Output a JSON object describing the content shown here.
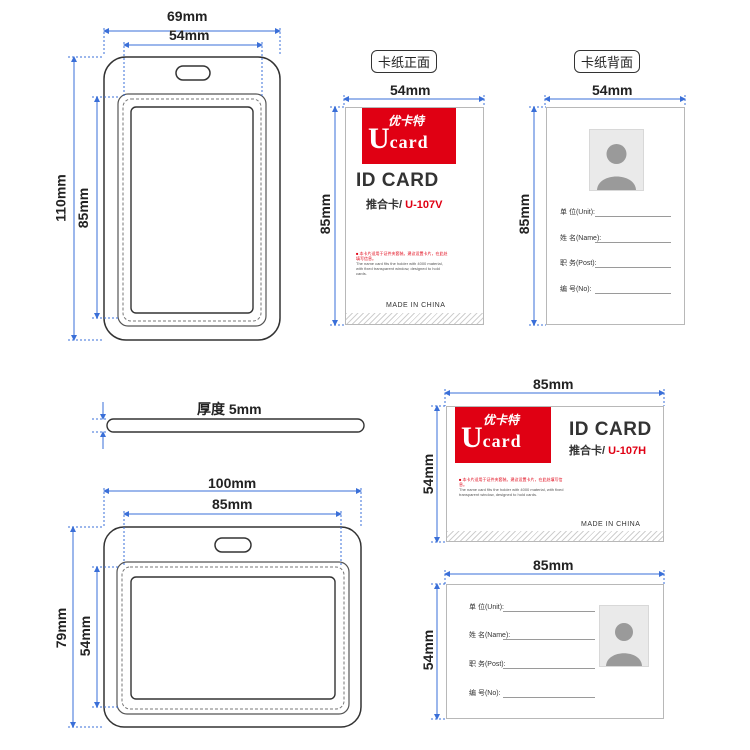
{
  "vertical_holder": {
    "outer_width": "69mm",
    "inner_width": "54mm",
    "outer_height": "110mm",
    "inner_height": "85mm"
  },
  "thickness_label": "厚度 5mm",
  "horizontal_holder": {
    "outer_width": "100mm",
    "inner_width": "85mm",
    "outer_height": "79mm",
    "inner_height": "54mm"
  },
  "front_tag": "卡纸正面",
  "back_tag": "卡纸背面",
  "card_front_v": {
    "width": "54mm",
    "height": "85mm"
  },
  "card_back_v": {
    "width": "54mm",
    "height": "85mm"
  },
  "card_front_h": {
    "width": "85mm",
    "height": "54mm"
  },
  "card_back_h": {
    "width": "85mm",
    "height": "54mm"
  },
  "brand": {
    "logo_big": "U",
    "logo_rest": "card",
    "logo_chinese": "优卡特",
    "id_card": "ID CARD",
    "sub_prefix": "推合卡/ ",
    "model_v": "U-107V",
    "model_h": "U-107H",
    "made_in": "MADE IN CHINA",
    "fine_print_1": "■ 本卡片适用于证件夹套装。建议设置卡片，在此处填写信息。",
    "fine_print_2": "The name card fits the holder with 4000 material, with fixed transparent window, designed to hold cards."
  },
  "back_fields": [
    {
      "label": "单  位(Unit):"
    },
    {
      "label": "姓  名(Name):"
    },
    {
      "label": "职  务(Post):"
    },
    {
      "label": "编  号(No):"
    }
  ],
  "colors": {
    "brand_red": "#e00013",
    "dimension_line": "#3a6fd8",
    "holder_outline": "#333333"
  }
}
